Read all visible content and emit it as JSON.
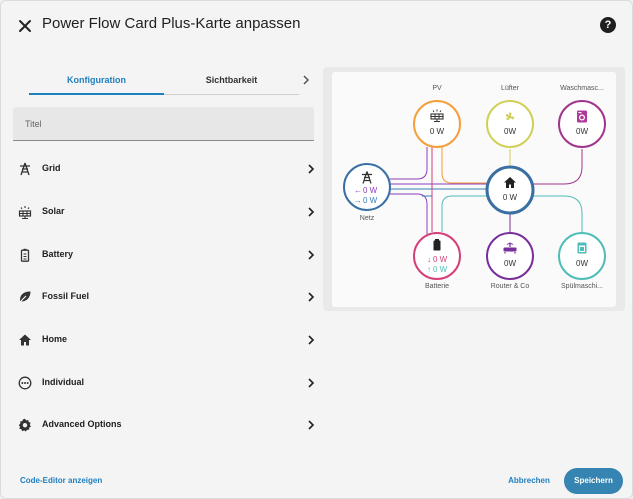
{
  "dialog": {
    "title": "Power Flow Card Plus-Karte anpassen",
    "help_label": "?"
  },
  "tabs": [
    {
      "label": "Konfiguration",
      "active": true
    },
    {
      "label": "Sichtbarkeit",
      "active": false
    }
  ],
  "title_field": {
    "placeholder": "Titel",
    "value": ""
  },
  "menu": [
    {
      "label": "Grid",
      "icon": "transmission-tower-icon"
    },
    {
      "label": "Solar",
      "icon": "solar-panel-icon"
    },
    {
      "label": "Battery",
      "icon": "battery-icon"
    },
    {
      "label": "Fossil Fuel",
      "icon": "leaf-icon"
    },
    {
      "label": "Home",
      "icon": "home-icon"
    },
    {
      "label": "Individual",
      "icon": "dots-circle-icon"
    },
    {
      "label": "Advanced Options",
      "icon": "gear-icon"
    }
  ],
  "flow": {
    "pv": {
      "label": "PV",
      "value": "0 W",
      "color": "#f59e3b"
    },
    "luefter": {
      "label": "Lüfter",
      "value": "0W",
      "color": "#d2cf56"
    },
    "wasch": {
      "label": "Waschmasc...",
      "value": "0W",
      "color": "#a0358d"
    },
    "netz": {
      "label": "Netz",
      "in": "0 W",
      "out": "0 W",
      "color": "#3a6fa3"
    },
    "home": {
      "value": "0 W",
      "color": "#3a6fa3"
    },
    "batterie": {
      "label": "Batterie",
      "in": "0 W",
      "out": "0 W",
      "color": "#d43f7a"
    },
    "router": {
      "label": "Router & Co",
      "value": "0W",
      "color": "#7a2e9b"
    },
    "spuel": {
      "label": "Spülmaschi...",
      "value": "0W",
      "color": "#4fbdb8"
    },
    "colors": {
      "grid_in": "#8e3fbe",
      "grid_out": "#3a7fb5",
      "battery_out": "#d43f7a",
      "battery_in": "#4fbdb8"
    }
  },
  "footer": {
    "code_editor": "Code-Editor anzeigen",
    "cancel": "Abbrechen",
    "save": "Speichern"
  }
}
